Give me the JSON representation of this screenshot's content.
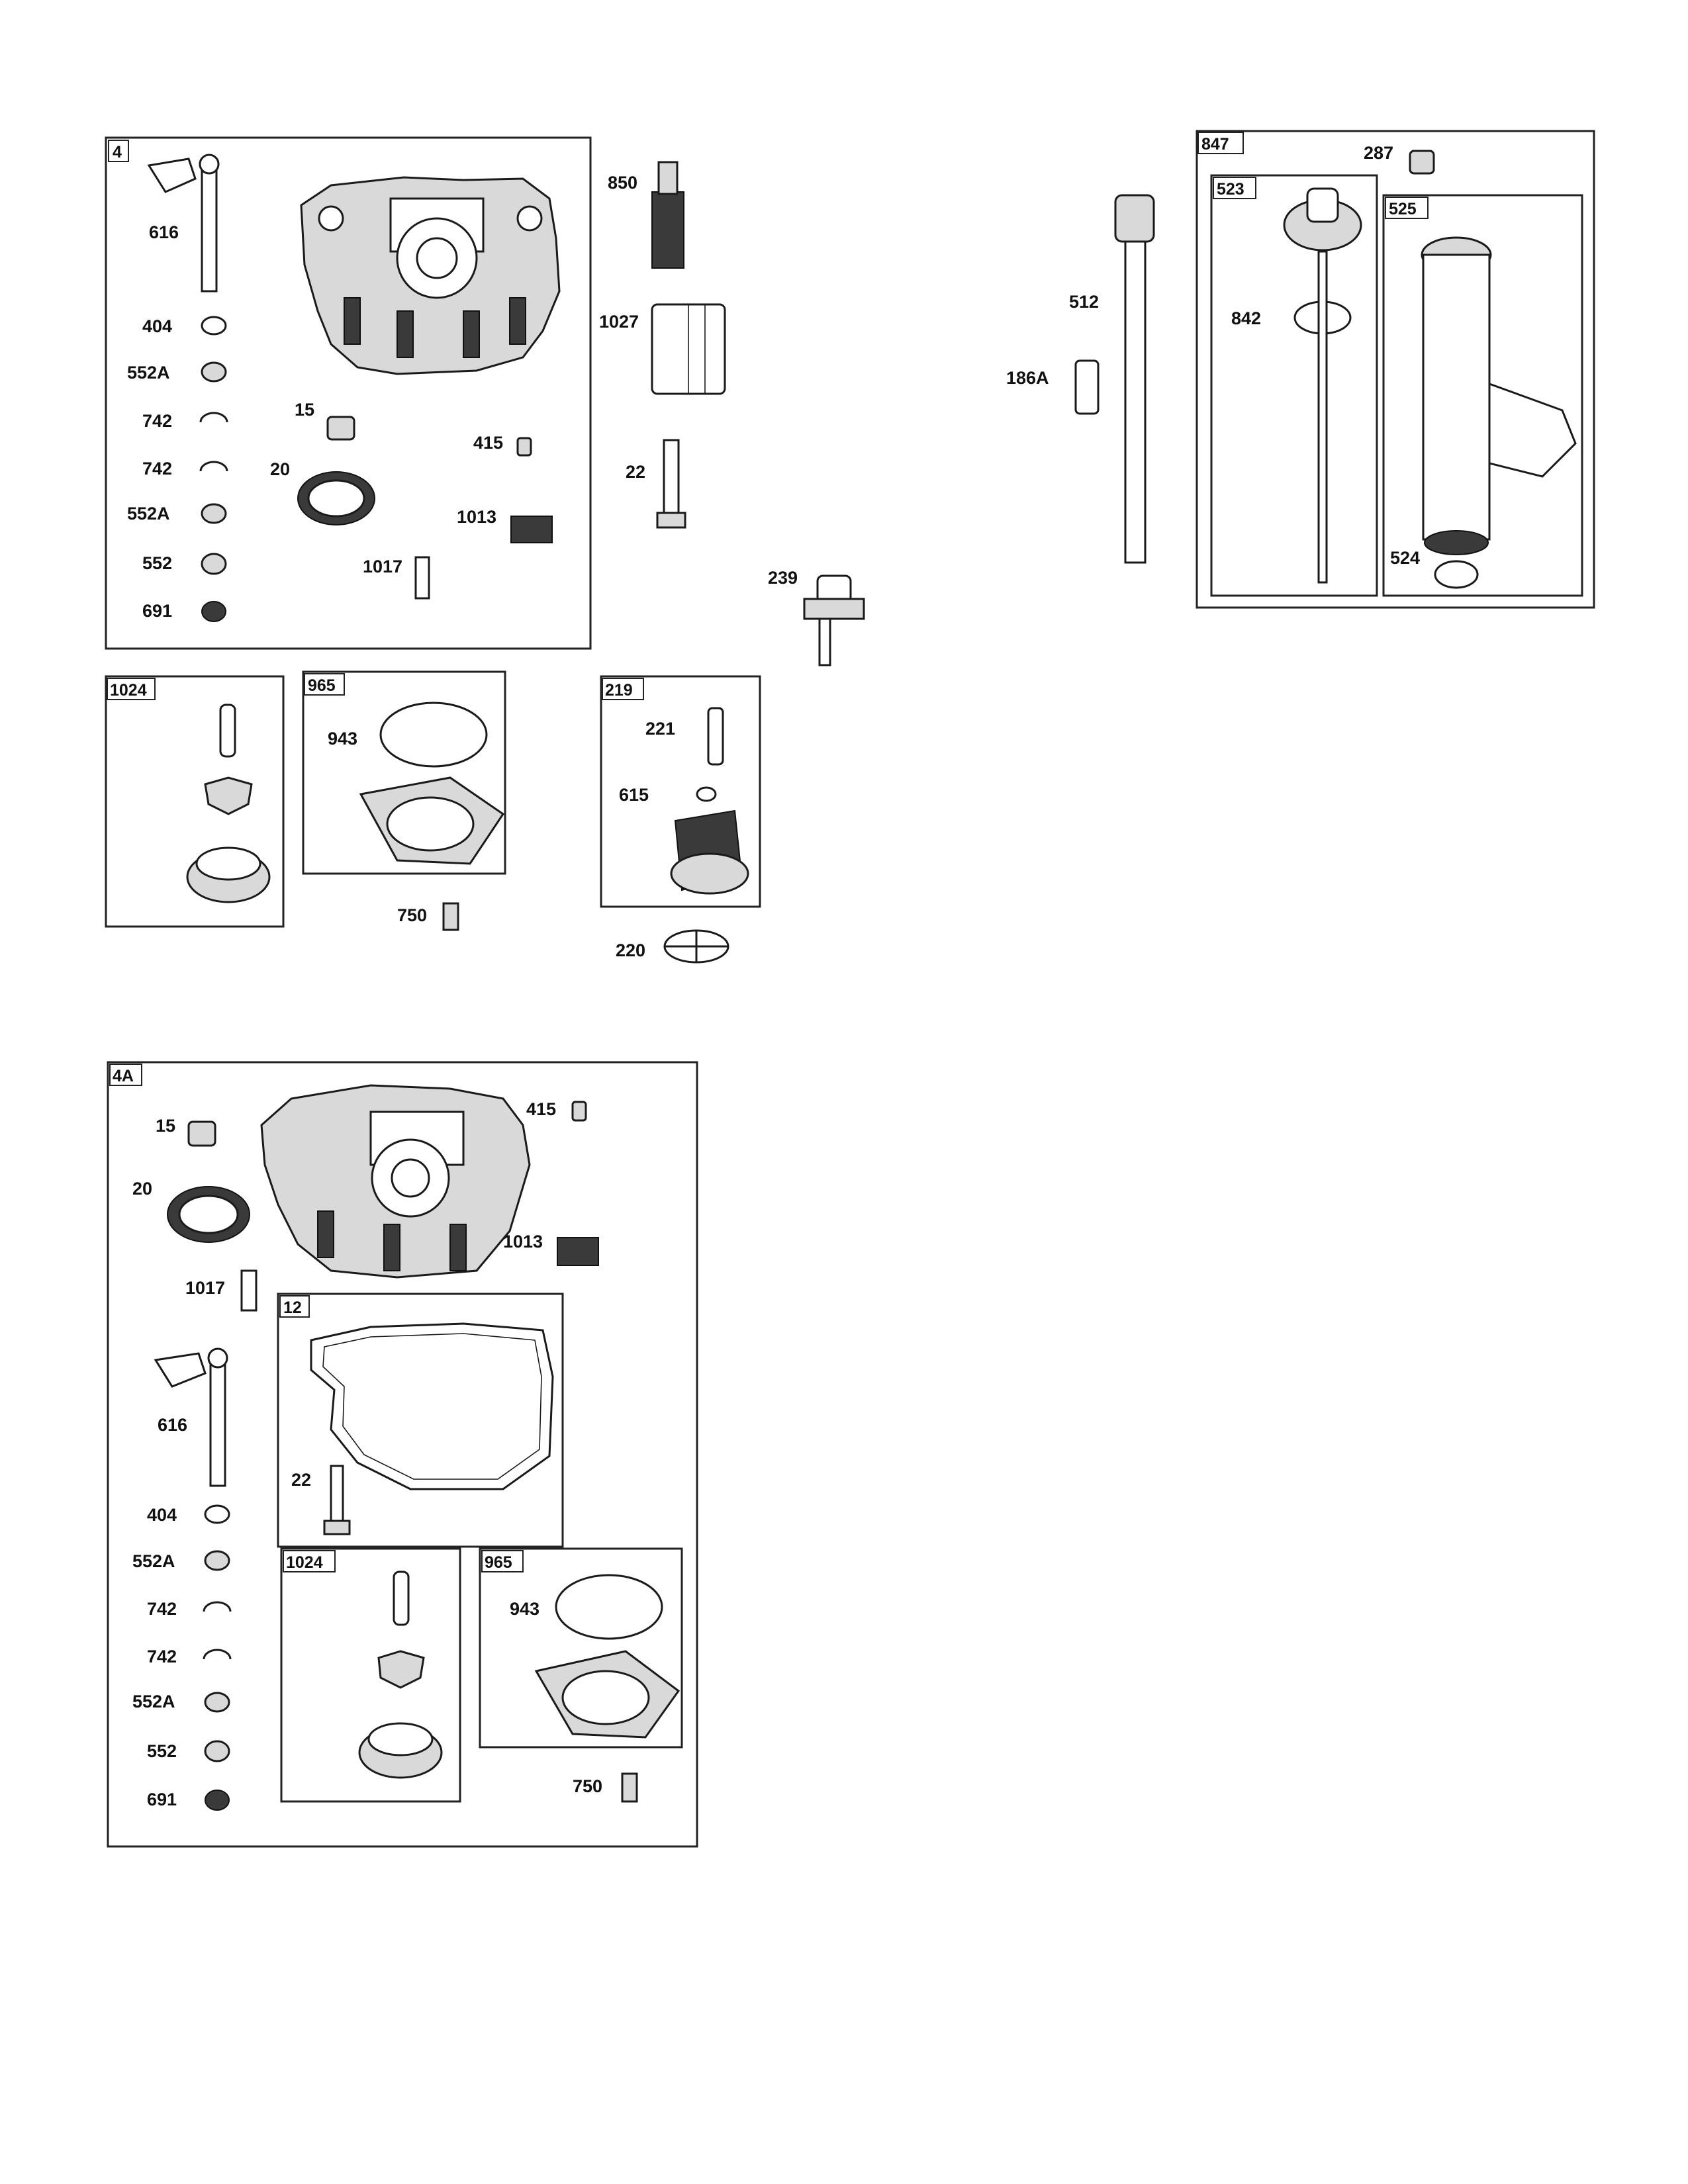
{
  "diagram": {
    "groups": [
      {
        "id": "g4",
        "label": "4"
      },
      {
        "id": "g1024a",
        "label": "1024"
      },
      {
        "id": "g965a",
        "label": "965"
      },
      {
        "id": "g219",
        "label": "219"
      },
      {
        "id": "g847",
        "label": "847"
      },
      {
        "id": "g523",
        "label": "523"
      },
      {
        "id": "g525",
        "label": "525"
      },
      {
        "id": "g4A",
        "label": "4A"
      },
      {
        "id": "g12",
        "label": "12"
      },
      {
        "id": "g1024b",
        "label": "1024"
      },
      {
        "id": "g965b",
        "label": "965"
      }
    ],
    "callouts": {
      "top": [
        "616",
        "404",
        "552A",
        "742",
        "742",
        "552A",
        "552",
        "691",
        "15",
        "20",
        "415",
        "1013",
        "1017",
        "850",
        "1027",
        "22",
        "239",
        "943",
        "750",
        "221",
        "615",
        "220"
      ],
      "right": [
        "512",
        "186A",
        "287",
        "842",
        "524"
      ],
      "bottom": [
        "15",
        "20",
        "1017",
        "415",
        "1013",
        "616",
        "404",
        "552A",
        "742",
        "742",
        "552A",
        "552",
        "691",
        "22",
        "943",
        "750"
      ]
    }
  }
}
